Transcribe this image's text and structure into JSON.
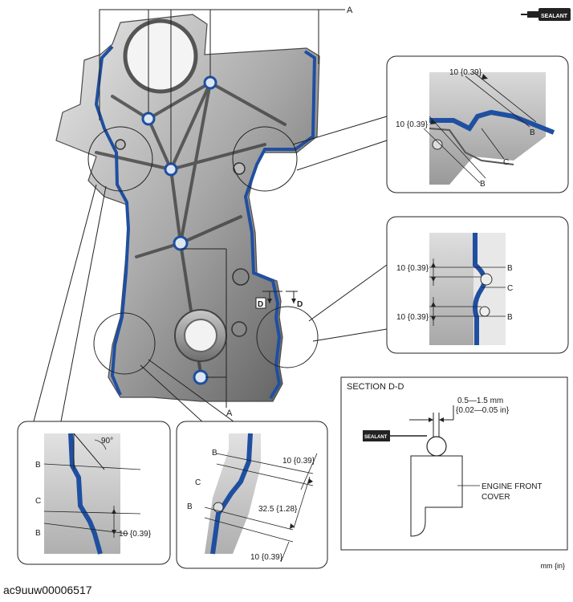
{
  "callouts": {
    "A_top": "A",
    "A_bottom": "A",
    "D_left": "D",
    "D_right": "D"
  },
  "sealant_tag": "SEALANT",
  "inset_top_right": {
    "dim_top": "10 {0.39}",
    "dim_left": "10 {0.39}",
    "b1": "B",
    "b2": "B",
    "c": "C"
  },
  "inset_mid_right": {
    "dim_top": "10 {0.39}",
    "dim_bottom": "10 {0.39}",
    "b1": "B",
    "c": "C",
    "b2": "B"
  },
  "section": {
    "title": "SECTION D-D",
    "dim_mm": "0.5—1.5 mm",
    "dim_in": "{0.02—0.05 in}",
    "part_line1": "ENGINE FRONT",
    "part_line2": "COVER"
  },
  "inset_bottom_left": {
    "angle": "90°",
    "b1": "B",
    "c": "C",
    "b2": "B",
    "dim": "10 {0.39}"
  },
  "inset_bottom_center": {
    "b1": "B",
    "c": "C",
    "b2": "B",
    "dim_top": "10 {0.39}",
    "dim_mid": "32.5 {1.28}",
    "dim_bottom": "10 {0.39}"
  },
  "units": "mm {in}",
  "caption": "ac9uuw00006517"
}
